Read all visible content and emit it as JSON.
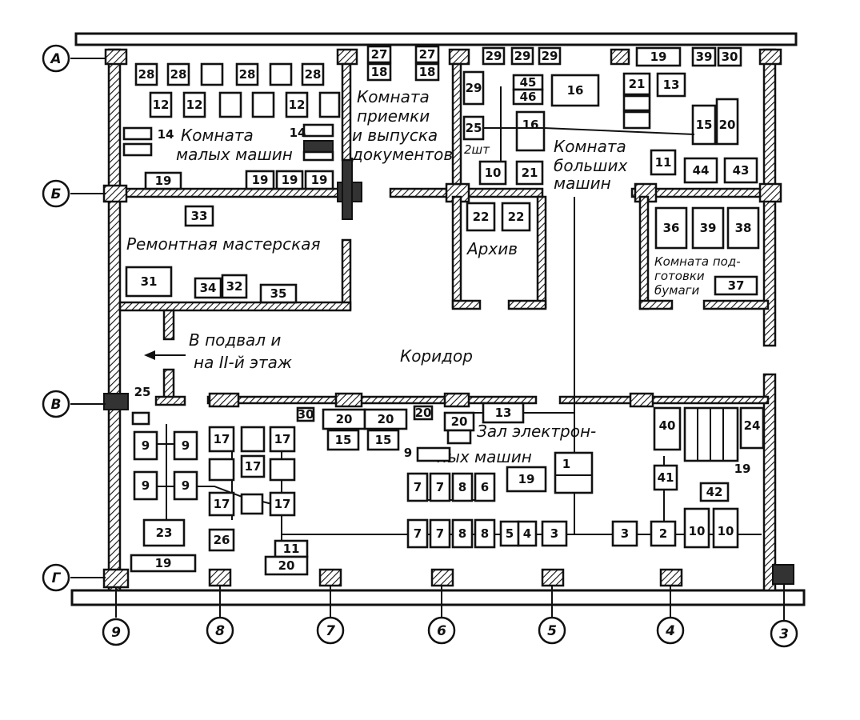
{
  "axes": {
    "letters": [
      "А",
      "Б",
      "В",
      "Г"
    ],
    "numbers": [
      "9",
      "8",
      "7",
      "6",
      "5",
      "4",
      "3"
    ]
  },
  "rooms": {
    "small_machines": [
      "Комната",
      "малых машин"
    ],
    "documents": [
      "Комната",
      "приемки",
      "и выпуска",
      "документов"
    ],
    "large_machines": [
      "Комната",
      "больших",
      "машин"
    ],
    "repair": "Ремонтная мастерская",
    "archive": "Архив",
    "paper": [
      "Комната под-",
      "готовки",
      "бумаги"
    ],
    "corridor": "Коридор",
    "basement": [
      "В подвал и",
      "на II-й этаж"
    ],
    "hall": [
      "Зал электрон-",
      "ных машин"
    ]
  },
  "labels": {
    "label_2pt": "2шт"
  },
  "boxes": {
    "a_row": [
      "28",
      "28",
      "28",
      "28"
    ],
    "r12": [
      "12",
      "12",
      "12"
    ],
    "r14": [
      "14",
      "14"
    ],
    "r19_top": [
      "19",
      "19",
      "19",
      "19"
    ],
    "doc": [
      "27",
      "18",
      "27",
      "18"
    ],
    "r29": [
      "29",
      "29",
      "29",
      "29"
    ],
    "r_large": [
      "45",
      "46",
      "16",
      "16",
      "25",
      "10",
      "21",
      "19",
      "21",
      "13",
      "15",
      "20",
      "11",
      "44",
      "43",
      "39",
      "30"
    ],
    "r33": "33",
    "r_repair": [
      "31",
      "34",
      "32",
      "35"
    ],
    "r_archive": [
      "22",
      "22"
    ],
    "r_paper": [
      "36",
      "39",
      "38",
      "37"
    ],
    "hall_left": [
      "9",
      "9",
      "9",
      "9",
      "23",
      "19",
      "25"
    ],
    "hall_17": [
      "17",
      "17",
      "17",
      "17",
      "17",
      "26"
    ],
    "hall_mid": [
      "11",
      "20",
      "30",
      "20",
      "20",
      "15",
      "15",
      "20",
      "20",
      "13"
    ],
    "hall_machines": [
      "9",
      "1",
      "19",
      "7",
      "7",
      "8",
      "6",
      "7",
      "7",
      "8",
      "8",
      "5",
      "4",
      "3",
      "3",
      "2",
      "10",
      "10"
    ],
    "hall_right": [
      "40",
      "41",
      "42",
      "24",
      "19"
    ]
  }
}
